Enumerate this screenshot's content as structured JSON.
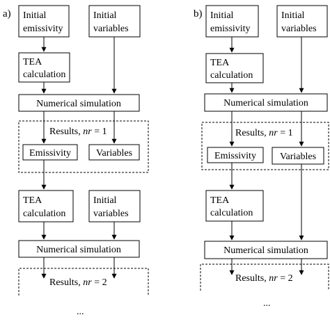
{
  "panel_a": {
    "label": "a)",
    "initial_emissivity": [
      "Initial",
      "emissivity"
    ],
    "initial_variables": [
      "Initial",
      "variables"
    ],
    "tea_calc": [
      "TEA",
      "calculation"
    ],
    "num_sim": "Numerical simulation",
    "results1": {
      "prefix": "Results, ",
      "var": "nr",
      "suffix": " = 1"
    },
    "emissivity": "Emissivity",
    "variables": "Variables",
    "tea_calc2": [
      "TEA",
      "calculation"
    ],
    "initial_variables2": [
      "Initial",
      "variables"
    ],
    "num_sim2": "Numerical simulation",
    "results2": {
      "prefix": "Results, ",
      "var": "nr",
      "suffix": " = 2"
    },
    "ellipsis": "..."
  },
  "panel_b": {
    "label": "b)",
    "initial_emissivity": [
      "Initial",
      "emissivity"
    ],
    "initial_variables": [
      "Initial",
      "variables"
    ],
    "tea_calc": [
      "TEA",
      "calculation"
    ],
    "num_sim": "Numerical simulation",
    "results1": {
      "prefix": "Results, ",
      "var": "nr",
      "suffix": " = 1"
    },
    "emissivity": "Emissivity",
    "variables": "Variables",
    "tea_calc2": [
      "TEA",
      "calculation"
    ],
    "num_sim2": "Numerical simulation",
    "results2": {
      "prefix": "Results, ",
      "var": "nr",
      "suffix": " = 2"
    },
    "ellipsis": "..."
  }
}
